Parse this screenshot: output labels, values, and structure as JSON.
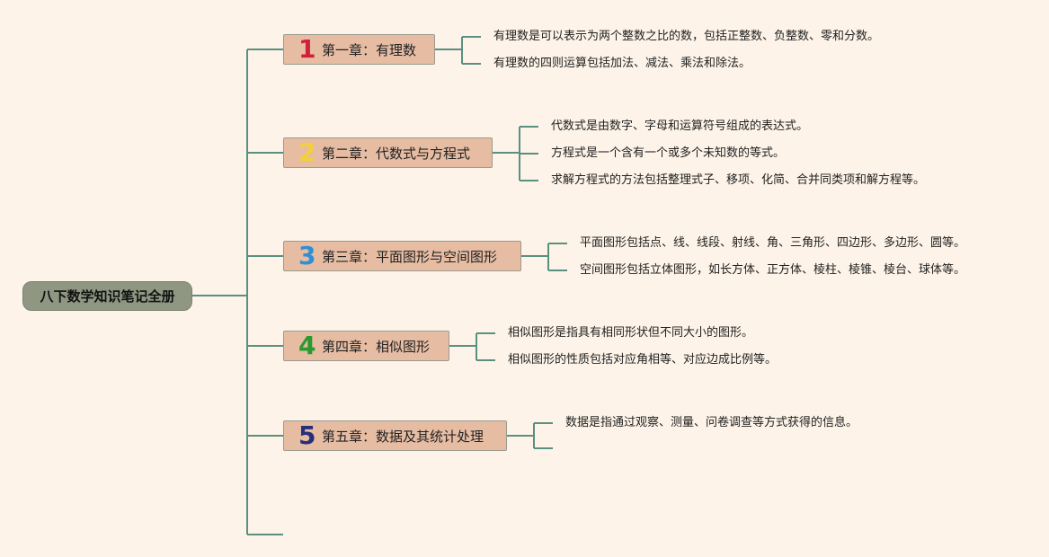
{
  "root": {
    "title": "八下数学知识笔记全册"
  },
  "chapters": [
    {
      "number": "1",
      "number_color": "#d0203a",
      "title": "第一章：有理数",
      "notes": [
        "有理数是可以表示为两个整数之比的数，包括正整数、负整数、零和分数。",
        "有理数的四则运算包括加法、减法、乘法和除法。"
      ]
    },
    {
      "number": "2",
      "number_color": "#f4cf3c",
      "title": "第二章：代数式与方程式",
      "notes": [
        "代数式是由数字、字母和运算符号组成的表达式。",
        "方程式是一个含有一个或多个未知数的等式。",
        "求解方程式的方法包括整理式子、移项、化简、合并同类项和解方程等。"
      ]
    },
    {
      "number": "3",
      "number_color": "#2f8fd4",
      "title": "第三章：平面图形与空间图形",
      "notes": [
        "平面图形包括点、线、线段、射线、角、三角形、四边形、多边形、圆等。",
        "空间图形包括立体图形，如长方体、正方体、棱柱、棱锥、棱台、球体等。"
      ]
    },
    {
      "number": "4",
      "number_color": "#2a9a2e",
      "title": "第四章：相似图形",
      "notes": [
        "相似图形是指具有相同形状但不同大小的图形。",
        "相似图形的性质包括对应角相等、对应边成比例等。"
      ]
    },
    {
      "number": "5",
      "number_color": "#26307a",
      "title": "第五章：数据及其统计处理",
      "notes": [
        "数据是指通过观察、测量、问卷调查等方式获得的信息。",
        ""
      ]
    }
  ],
  "colors": {
    "line": "#5a9080"
  }
}
